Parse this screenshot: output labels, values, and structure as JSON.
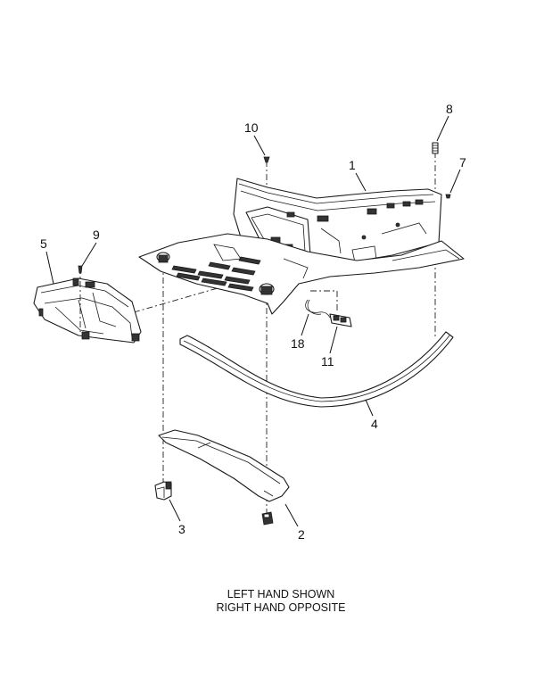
{
  "callouts": [
    "1",
    "2",
    "3",
    "4",
    "5",
    "7",
    "8",
    "9",
    "10",
    "11",
    "18"
  ],
  "caption": {
    "line1": "LEFT HAND SHOWN",
    "line2": "RIGHT HAND OPPOSITE"
  },
  "colors": {
    "ink": "#1a1a1a",
    "paper": "#ffffff"
  }
}
